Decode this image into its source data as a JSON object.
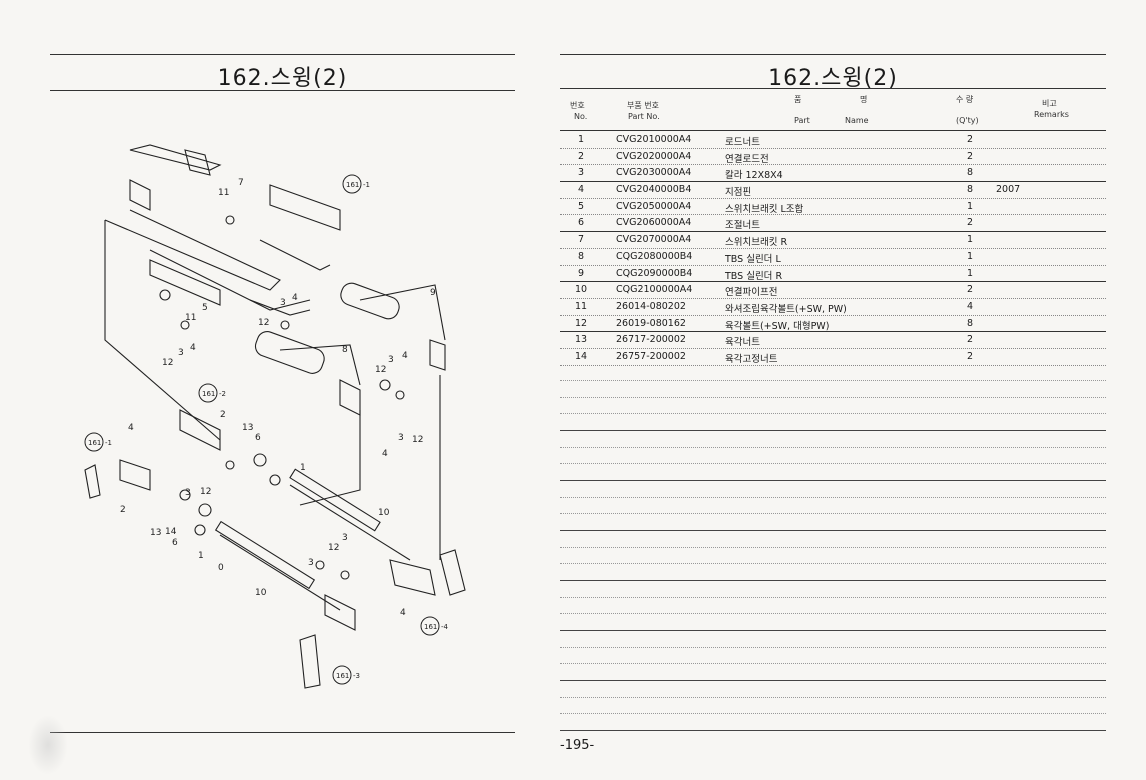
{
  "left_page": {
    "title": "162.스윙(2)",
    "callouts": [
      "161-1",
      "161-2",
      "161-3",
      "161-4",
      "161-1"
    ]
  },
  "right_page": {
    "title": "162.스윙(2)",
    "headers": {
      "no_kr": "번호",
      "no_en": "No.",
      "part_no_kr": "부품 번호",
      "part_no_en": "Part  No.",
      "name_kr_1": "품",
      "name_kr_2": "명",
      "part_en": "Part",
      "name_en": "Name",
      "qty_kr": "수 량",
      "qty_en": "(Q'ty)",
      "remarks_kr": "비고",
      "remarks_en": "Remarks"
    },
    "rows": [
      {
        "no": "1",
        "part_no": "CVG2010000A4",
        "name": "로드너트",
        "qty": "2",
        "remarks": ""
      },
      {
        "no": "2",
        "part_no": "CVG2020000A4",
        "name": "연결로드전",
        "qty": "2",
        "remarks": ""
      },
      {
        "no": "3",
        "part_no": "CVG2030000A4",
        "name": "칼라 12X8X4",
        "qty": "8",
        "remarks": ""
      },
      {
        "no": "4",
        "part_no": "CVG2040000B4",
        "name": "지점핀",
        "qty": "8",
        "remarks": "2007"
      },
      {
        "no": "5",
        "part_no": "CVG2050000A4",
        "name": "스위치브래킷 L조합",
        "qty": "1",
        "remarks": ""
      },
      {
        "no": "6",
        "part_no": "CVG2060000A4",
        "name": "조절너트",
        "qty": "2",
        "remarks": ""
      },
      {
        "no": "7",
        "part_no": "CVG2070000A4",
        "name": "스위치브래킷 R",
        "qty": "1",
        "remarks": ""
      },
      {
        "no": "8",
        "part_no": "CQG2080000B4",
        "name": "TBS 실린더 L",
        "qty": "1",
        "remarks": ""
      },
      {
        "no": "9",
        "part_no": "CQG2090000B4",
        "name": "TBS 실린더 R",
        "qty": "1",
        "remarks": ""
      },
      {
        "no": "10",
        "part_no": "CQG2100000A4",
        "name": "연결파이프전",
        "qty": "2",
        "remarks": ""
      },
      {
        "no": "11",
        "part_no": "26014-080202",
        "name": "와셔조립육각볼트(+SW, PW)",
        "qty": "4",
        "remarks": ""
      },
      {
        "no": "12",
        "part_no": "26019-080162",
        "name": "육각볼트(+SW, 대형PW)",
        "qty": "8",
        "remarks": ""
      },
      {
        "no": "13",
        "part_no": "26717-200002",
        "name": "육각너트",
        "qty": "2",
        "remarks": ""
      },
      {
        "no": "14",
        "part_no": "26757-200002",
        "name": "육각고정너트",
        "qty": "2",
        "remarks": ""
      }
    ],
    "page_number": "-195-"
  }
}
